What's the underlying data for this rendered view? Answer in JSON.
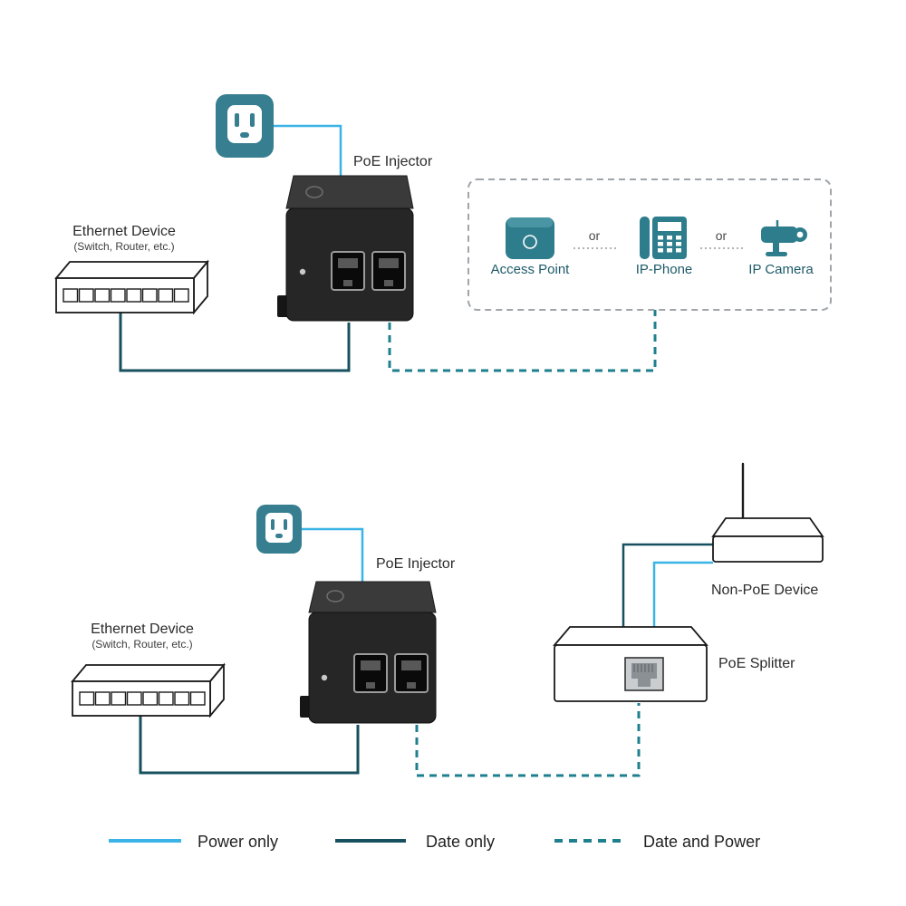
{
  "colors": {
    "power_line": "#3ab4e6",
    "data_line": "#17505e",
    "data_power_line": "#1e808e",
    "outlet_teal": "#377f90",
    "device_icon_teal": "#2e7d8d",
    "injector_body": "#262626",
    "injector_top": "#3a3a3a"
  },
  "scenario_top": {
    "poe_injector_label": "PoE Injector",
    "ethernet_device": {
      "title": "Ethernet Device",
      "subtitle": "(Switch, Router, etc.)"
    },
    "powered_devices": {
      "access_point_label": "Access Point",
      "or_1": "or",
      "ip_phone_label": "IP-Phone",
      "or_2": "or",
      "ip_camera_label": "IP Camera"
    }
  },
  "scenario_bottom": {
    "poe_injector_label": "PoE Injector",
    "ethernet_device": {
      "title": "Ethernet Device",
      "subtitle": "(Switch, Router, etc.)"
    },
    "non_poe_device_label": "Non-PoE Device",
    "poe_splitter_label": "PoE Splitter"
  },
  "legend": {
    "power_only": "Power only",
    "data_only": "Date only",
    "data_and_power": "Date and Power"
  }
}
